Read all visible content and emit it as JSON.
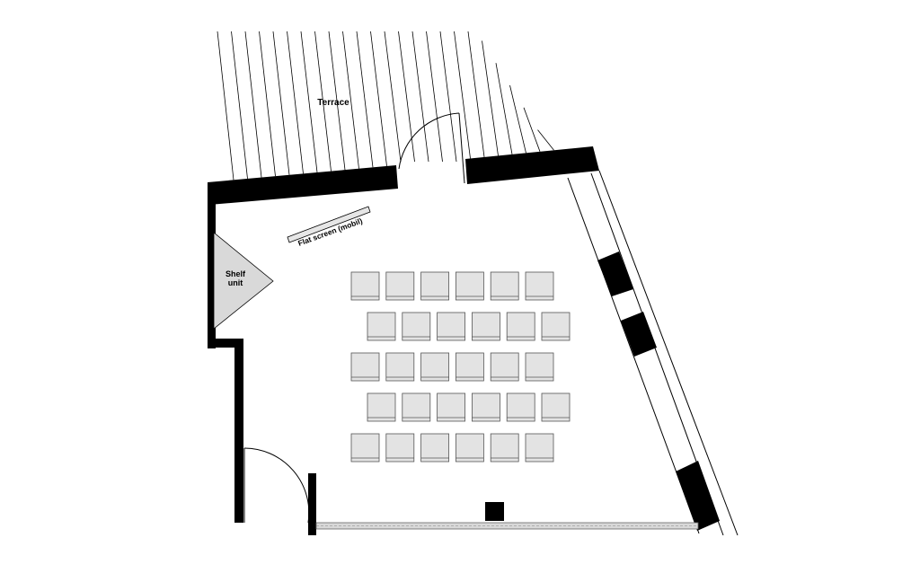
{
  "labels": {
    "terrace": "Terrace",
    "flat_screen": "Flat screen (mobil)",
    "shelf_line1": "Shelf",
    "shelf_line2": "unit"
  },
  "seating": {
    "rows": 5,
    "seats_per_row": 6,
    "seat_fill": "#e3e3e3"
  },
  "colors": {
    "wall": "#000000",
    "line": "#000000",
    "shelf_fill": "#d9d9d9",
    "screen_fill": "#e6e6e6"
  }
}
